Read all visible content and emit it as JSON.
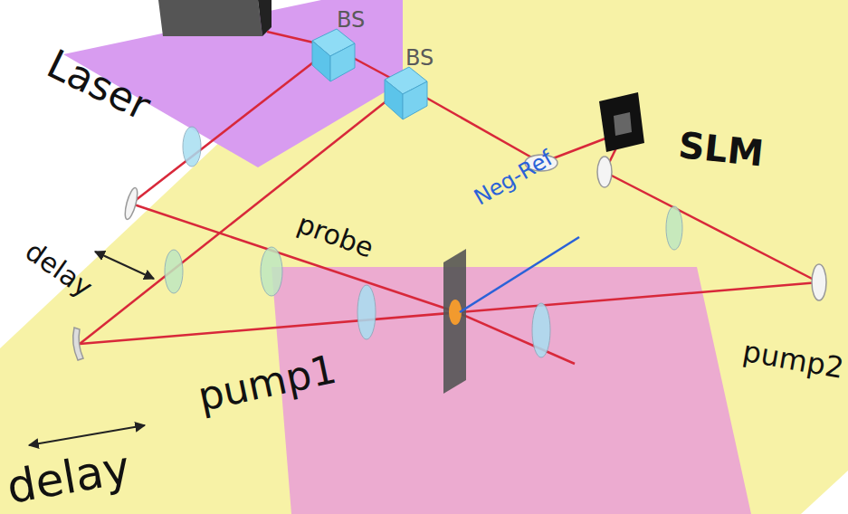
{
  "diagram": {
    "nodes": [
      {
        "text": [
          "Laser"
        ]
      }
    ],
    "labels": [
      "BS",
      "BS",
      "SLM",
      "Neg-Ref",
      "probe",
      "delay",
      "pump2",
      "pump1",
      "delay"
    ]
  }
}
